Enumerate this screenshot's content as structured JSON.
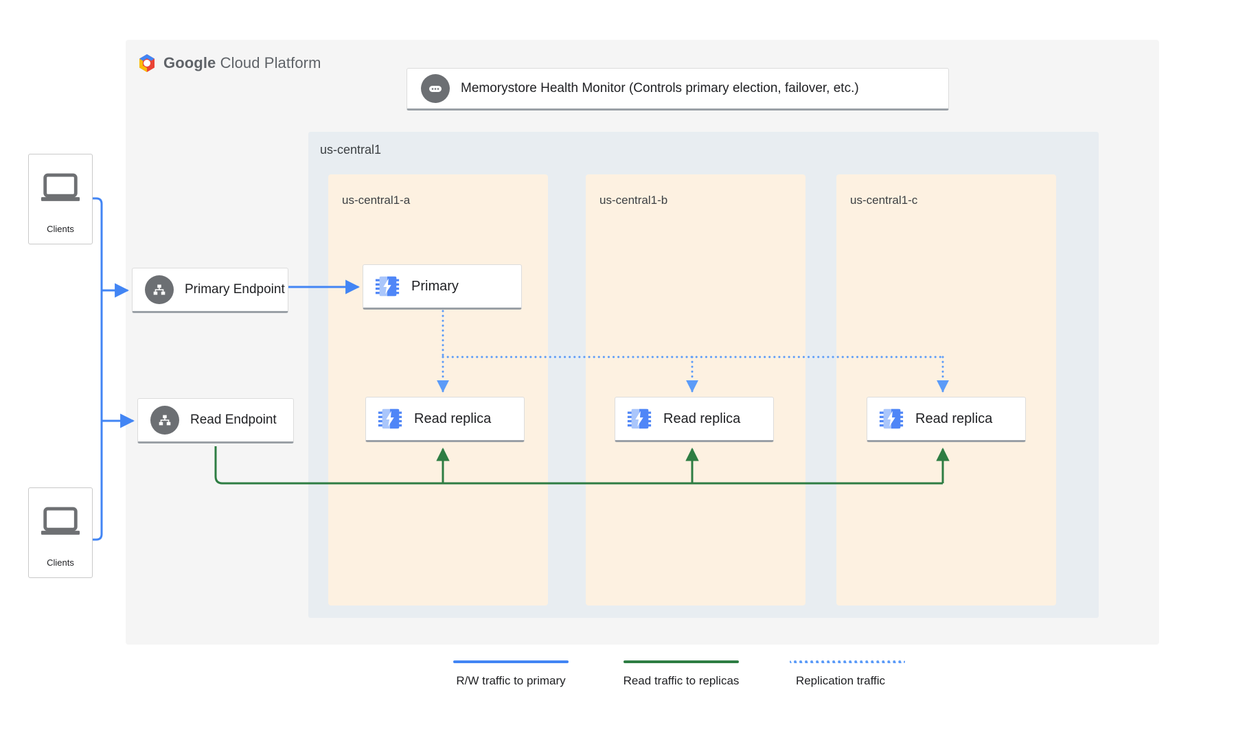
{
  "platform": {
    "brand_bold": "Google",
    "brand_light": " Cloud Platform",
    "logo_icon": "google-cloud-hexagon-icon"
  },
  "health_monitor": {
    "label": "Memorystore Health Monitor (Controls primary election, failover, etc.)",
    "icon": "health-monitor-dots-icon"
  },
  "region": {
    "label": "us-central1",
    "zones": [
      {
        "label": "us-central1-a"
      },
      {
        "label": "us-central1-b"
      },
      {
        "label": "us-central1-c"
      }
    ]
  },
  "clients": [
    {
      "label": "Clients",
      "icon": "laptop-icon"
    },
    {
      "label": "Clients",
      "icon": "laptop-icon"
    }
  ],
  "endpoints": [
    {
      "label": "Primary Endpoint",
      "icon": "network-hierarchy-icon"
    },
    {
      "label": "Read Endpoint",
      "icon": "network-hierarchy-icon"
    }
  ],
  "nodes": [
    {
      "label": "Primary",
      "icon": "memorystore-chip-icon",
      "zone": "us-central1-a"
    },
    {
      "label": "Read replica",
      "icon": "memorystore-chip-icon",
      "zone": "us-central1-a"
    },
    {
      "label": "Read replica",
      "icon": "memorystore-chip-icon",
      "zone": "us-central1-b"
    },
    {
      "label": "Read replica",
      "icon": "memorystore-chip-icon",
      "zone": "us-central1-c"
    }
  ],
  "legend": [
    {
      "label": "R/W traffic to primary",
      "color": "#4285f4",
      "style": "solid"
    },
    {
      "label": "Read traffic to replicas",
      "color": "#2e7d43",
      "style": "solid"
    },
    {
      "label": "Replication traffic",
      "color": "#5b9bf8",
      "style": "dotted"
    }
  ],
  "colors": {
    "blue": "#4285f4",
    "green": "#2e7d43",
    "dotted_blue": "#5b9bf8",
    "region_bg": "#e8edf1",
    "zone_bg": "#fdf1e1",
    "panel_bg": "#f5f5f5",
    "icon_gray": "#6c6f73"
  }
}
